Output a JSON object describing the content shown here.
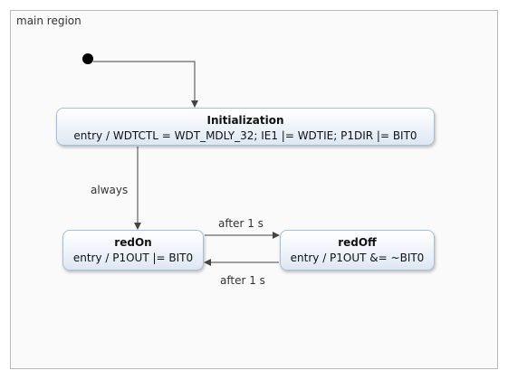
{
  "region": {
    "label": "main region"
  },
  "states": {
    "initialization": {
      "name": "Initialization",
      "action": "entry / WDTCTL = WDT_MDLY_32; IE1 |= WDTIE; P1DIR |= BIT0"
    },
    "red_on": {
      "name": "redOn",
      "action": "entry / P1OUT |= BIT0"
    },
    "red_off": {
      "name": "redOff",
      "action": "entry / P1OUT &= ~BIT0"
    }
  },
  "transitions": {
    "init_to_redon": "always",
    "redon_to_redoff": "after 1 s",
    "redoff_to_redon": "after 1 s"
  },
  "colors": {
    "state_border": "#a9bfd6",
    "edge": "#444444",
    "region_border": "#b9b9b9"
  }
}
